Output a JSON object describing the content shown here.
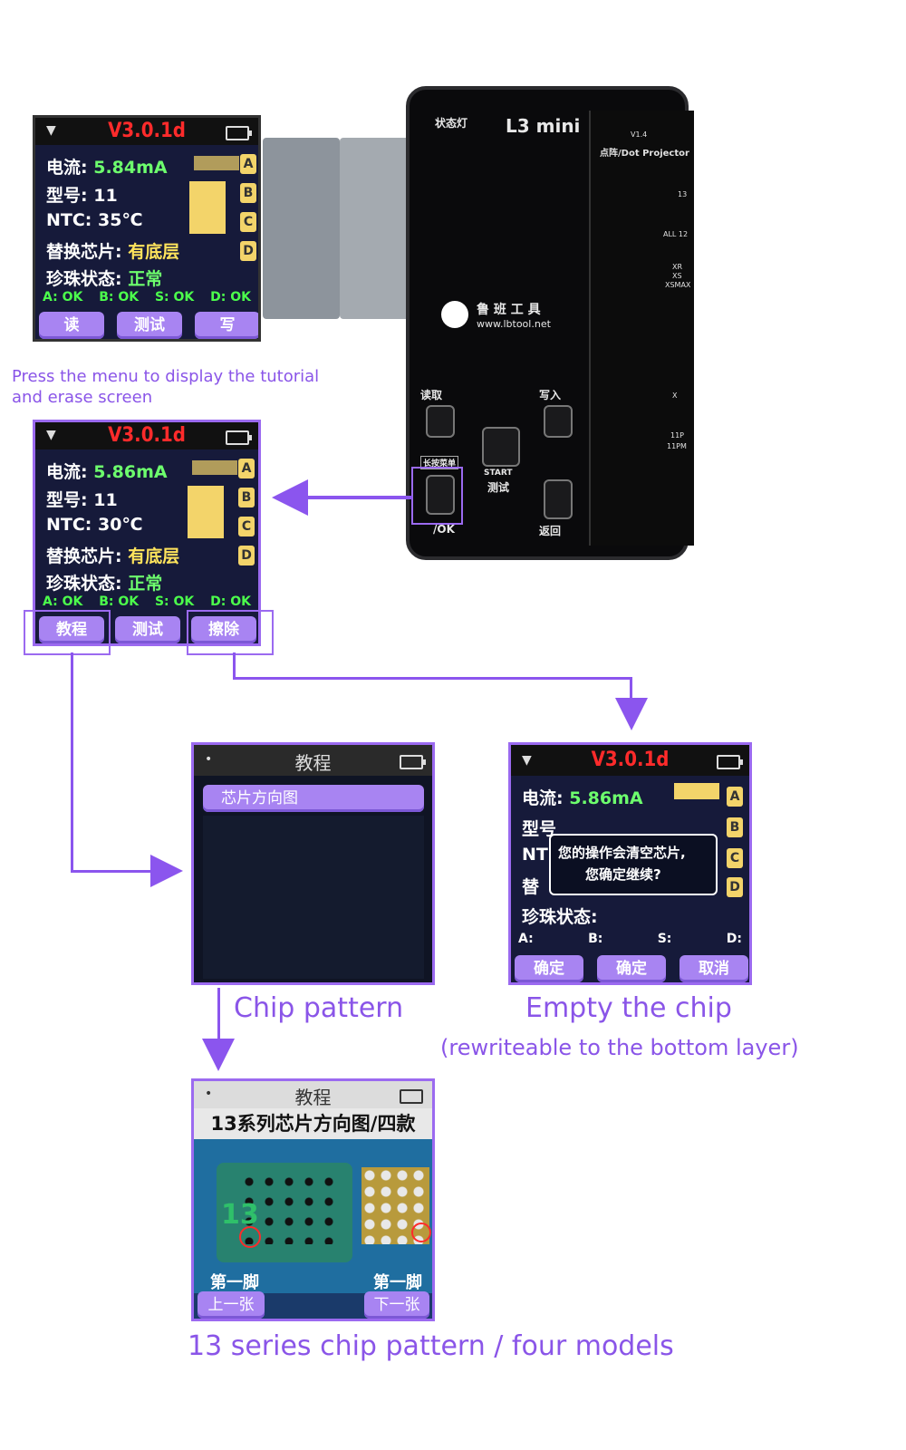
{
  "screen_a": {
    "version": "V3.0.1d",
    "lines": [
      {
        "label": "电流:",
        "value": "5.84mA"
      },
      {
        "label": "型号:",
        "value": "11"
      },
      {
        "label": "NTC:",
        "value": "35℃"
      },
      {
        "label": "替换芯片:",
        "value": "有底层"
      },
      {
        "label": "珍珠状态:",
        "value": "正常"
      }
    ],
    "status": [
      "A: OK",
      "B: OK",
      "S: OK",
      "D: OK"
    ],
    "buttons": [
      "读",
      "测试",
      "写"
    ],
    "pads": [
      "A",
      "B",
      "C",
      "D"
    ]
  },
  "caption_tutorial": [
    "Press the menu to display the tutorial",
    "and erase screen"
  ],
  "screen_b": {
    "version": "V3.0.1d",
    "lines": [
      {
        "label": "电流:",
        "value": "5.86mA"
      },
      {
        "label": "型号:",
        "value": "11"
      },
      {
        "label": "NTC:",
        "value": "30℃"
      },
      {
        "label": "替换芯片:",
        "value": "有底层"
      },
      {
        "label": "珍珠状态:",
        "value": "正常"
      }
    ],
    "status": [
      "A: OK",
      "B: OK",
      "S: OK",
      "D: OK"
    ],
    "buttons": [
      "教程",
      "测试",
      "擦除"
    ],
    "pads": [
      "A",
      "B",
      "C",
      "D"
    ]
  },
  "device": {
    "status_light": "状态灯",
    "model": "L3 mini",
    "brand_cn": "鲁 班 工 具",
    "brand_url": "www.lbtool.net",
    "read": "读取",
    "write": "写入",
    "long_press": "长按菜单",
    "start": "START",
    "test": "测试",
    "ok": "/OK",
    "back": "返回",
    "pcb_title": "点阵/Dot Projector",
    "pcb_version": "V1.4",
    "pcb_labels": [
      "13",
      "ALL 12",
      "XR",
      "XS",
      "XSMAX",
      "X",
      "11P",
      "11PM"
    ]
  },
  "screen_c": {
    "title": "教程",
    "menu_item": "芯片方向图"
  },
  "caption_chip": "Chip pattern",
  "screen_d": {
    "version": "V3.0.1d",
    "line1_label": "电流:",
    "line1_value": "5.86mA",
    "line2_label": "型号",
    "line3_label": "NT",
    "line4_label": "替",
    "line5_label": "珍珠状态:",
    "dialog": [
      "您的操作会清空芯片,",
      "您确定继续?"
    ],
    "status": [
      "A:",
      "B:",
      "S:",
      "D:"
    ],
    "buttons": [
      "确定",
      "确定",
      "取消"
    ],
    "pads": [
      "A",
      "B",
      "C",
      "D"
    ]
  },
  "caption_empty": "Empty the chip",
  "caption_empty_sub": "(rewriteable to the bottom layer)",
  "screen_e": {
    "title": "教程",
    "heading": "13系列芯片方向图/四款",
    "pin_left": "第一脚",
    "pin_right": "第一脚",
    "board_mark": "13",
    "prev": "上一张",
    "next": "下一张"
  },
  "caption_series": "13 series chip pattern / four models",
  "colors": {
    "accent": "#8b55ee",
    "version_red": "#ff2b2b",
    "ok_green": "#4cff4c",
    "chip_yellow": "#f3d46a"
  }
}
